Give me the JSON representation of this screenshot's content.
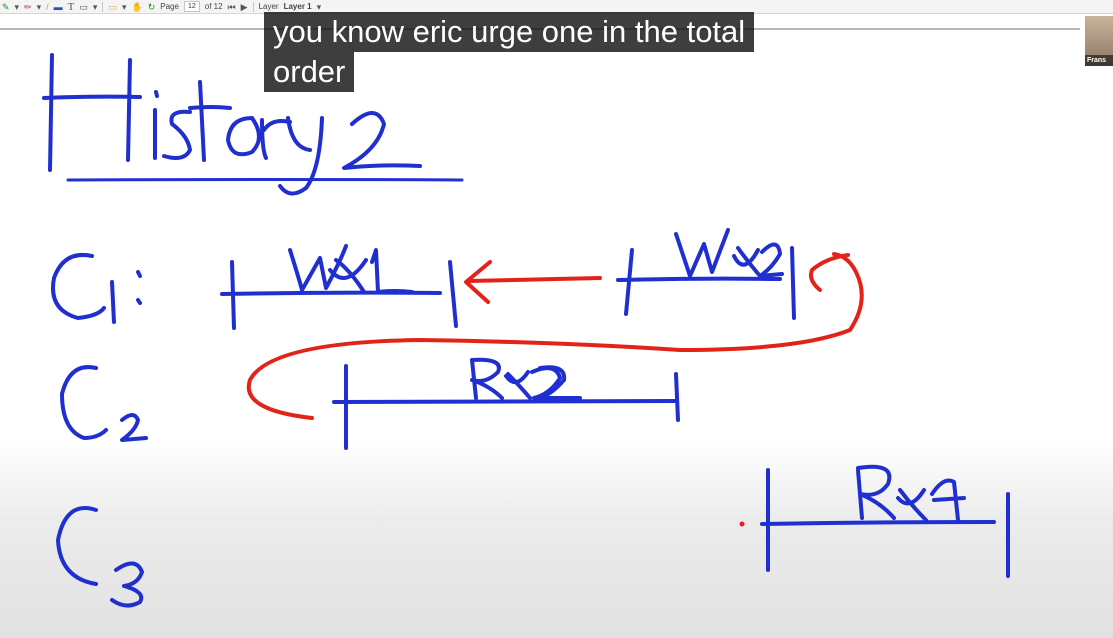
{
  "toolbar": {
    "tools": [
      {
        "name": "pen-icon",
        "glyph": "✎"
      },
      {
        "name": "highlighter-icon",
        "glyph": "✏"
      },
      {
        "name": "marker-icon",
        "glyph": "/"
      },
      {
        "name": "line-weight-icon",
        "glyph": "▬"
      },
      {
        "name": "text-tool-icon",
        "glyph": "T"
      },
      {
        "name": "shape-tool-icon",
        "glyph": "▭"
      },
      {
        "name": "hand-tool-icon",
        "glyph": "✋"
      },
      {
        "name": "refresh-icon",
        "glyph": "↻"
      }
    ],
    "page_label": "Page",
    "page_value": "12",
    "page_total": "of 12",
    "layer_label": "Layer",
    "layer_value": "Layer 1"
  },
  "caption": {
    "line1": "you know eric urge one in the total",
    "line2": "order"
  },
  "participant": {
    "name": "Frans"
  },
  "colors": {
    "blue_ink": "#1f2fd0",
    "red_ink": "#e2231a",
    "caption_bg": "#141414"
  }
}
